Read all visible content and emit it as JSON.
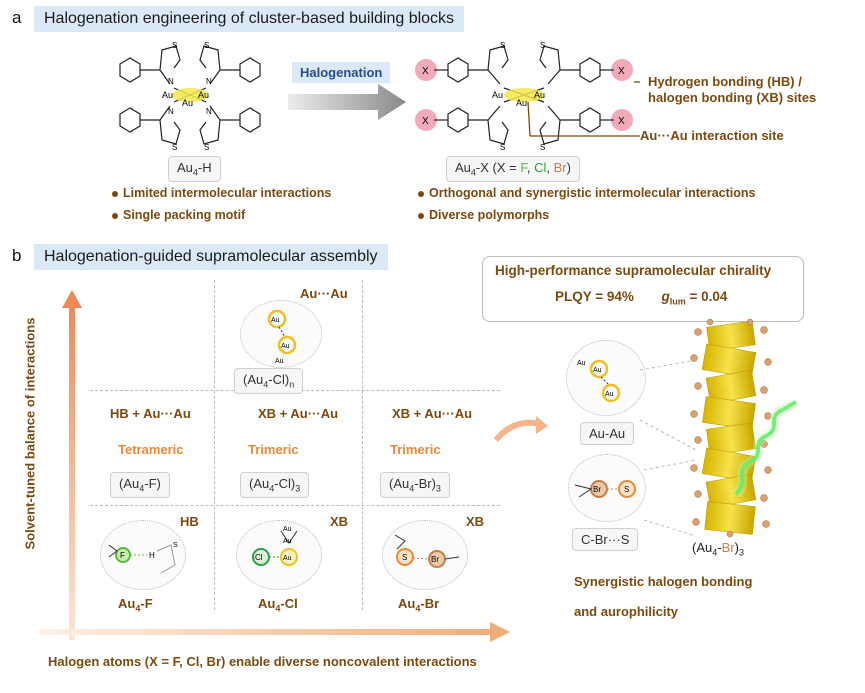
{
  "panel_a": {
    "letter": "a",
    "header": "Halogenation engineering of cluster-based building blocks",
    "arrow_label": "Halogenation",
    "left_caption_base": "Au",
    "left_caption_sub": "4",
    "left_caption_tail": "-H",
    "right_caption_pre": "Au",
    "right_caption_sub": "4",
    "right_caption_tail": "-X (X = ",
    "right_caption_f": "F",
    "right_caption_sep1": ", ",
    "right_caption_cl": "Cl",
    "right_caption_sep2": ", ",
    "right_caption_br": "Br",
    "right_caption_end": ")",
    "hb_xb_label": "Hydrogen bonding (HB) / halogen bonding (XB) sites",
    "auau_site_label": "Au···Au interaction site",
    "left_bullets": [
      "Limited intermolecular interactions",
      "Single packing motif"
    ],
    "right_bullets": [
      "Orthogonal and synergistic intermolecular interactions",
      "Diverse polymorphs"
    ],
    "atom_labels": {
      "s": "S",
      "n": "N",
      "au": "Au",
      "x": "X"
    },
    "colors": {
      "f": "#5cb83a",
      "cl": "#2e9e4a",
      "br": "#c87f4a",
      "x_circle": "#f2a9b8",
      "au_glow": "#f5e84a"
    }
  },
  "panel_b": {
    "letter": "b",
    "header": "Halogenation-guided supramolecular assembly",
    "y_axis_label": "Solvent-tuned balance of interactions",
    "x_axis_label": "Halogen atoms (X = F, Cl, Br) enable diverse noncovalent interactions",
    "top_cell": {
      "title": "Au···Au",
      "label_pre": "(Au",
      "label_sub": "4",
      "label_mid": "-Cl)",
      "label_post_sub": "n"
    },
    "middle_cells": [
      {
        "title": "HB + Au···Au",
        "type": "Tetrameric",
        "label_pre": "(Au",
        "label_sub": "4",
        "label_mid": "-F)",
        "label_post_sub": ""
      },
      {
        "title": "XB + Au···Au",
        "type": "Trimeric",
        "label_pre": "(Au",
        "label_sub": "4",
        "label_mid": "-Cl)",
        "label_post_sub": "3"
      },
      {
        "title": "XB + Au···Au",
        "type": "Trimeric",
        "label_pre": "(Au",
        "label_sub": "4",
        "label_mid": "-Br)",
        "label_post_sub": "3"
      }
    ],
    "bottom_cells": [
      {
        "tag": "HB",
        "label_pre": "Au",
        "label_sub": "4",
        "label_mid": "-F"
      },
      {
        "tag": "XB",
        "label_pre": "Au",
        "label_sub": "4",
        "label_mid": "-Cl"
      },
      {
        "tag": "XB",
        "label_pre": "Au",
        "label_sub": "4",
        "label_mid": "-Br"
      }
    ],
    "atom_labels": {
      "au": "Au",
      "f": "F",
      "h": "H",
      "s": "S",
      "cl": "Cl",
      "br": "Br"
    },
    "callout": {
      "title": "High-performance supramolecular chirality",
      "plqy_label": "PLQY = ",
      "plqy_value": "94%",
      "g_label": "g",
      "g_sub": "lum",
      "g_value": " = 0.04"
    },
    "auau_label": "Au-Au",
    "cbrs_label": "C-Br···S",
    "helix_label_pre": "(Au",
    "helix_label_sub": "4",
    "helix_label_mid": "-",
    "helix_label_br": "Br",
    "helix_label_end": ")",
    "helix_label_post_sub": "3",
    "synergy_line1": "Synergistic halogen bonding",
    "synergy_line2": "and aurophilicity",
    "colors": {
      "brown": "#7b4a10",
      "orange": "#e8893a",
      "gold": "#f0c020",
      "helix": "#f2d21a",
      "green_glow": "#3ee04a"
    }
  }
}
